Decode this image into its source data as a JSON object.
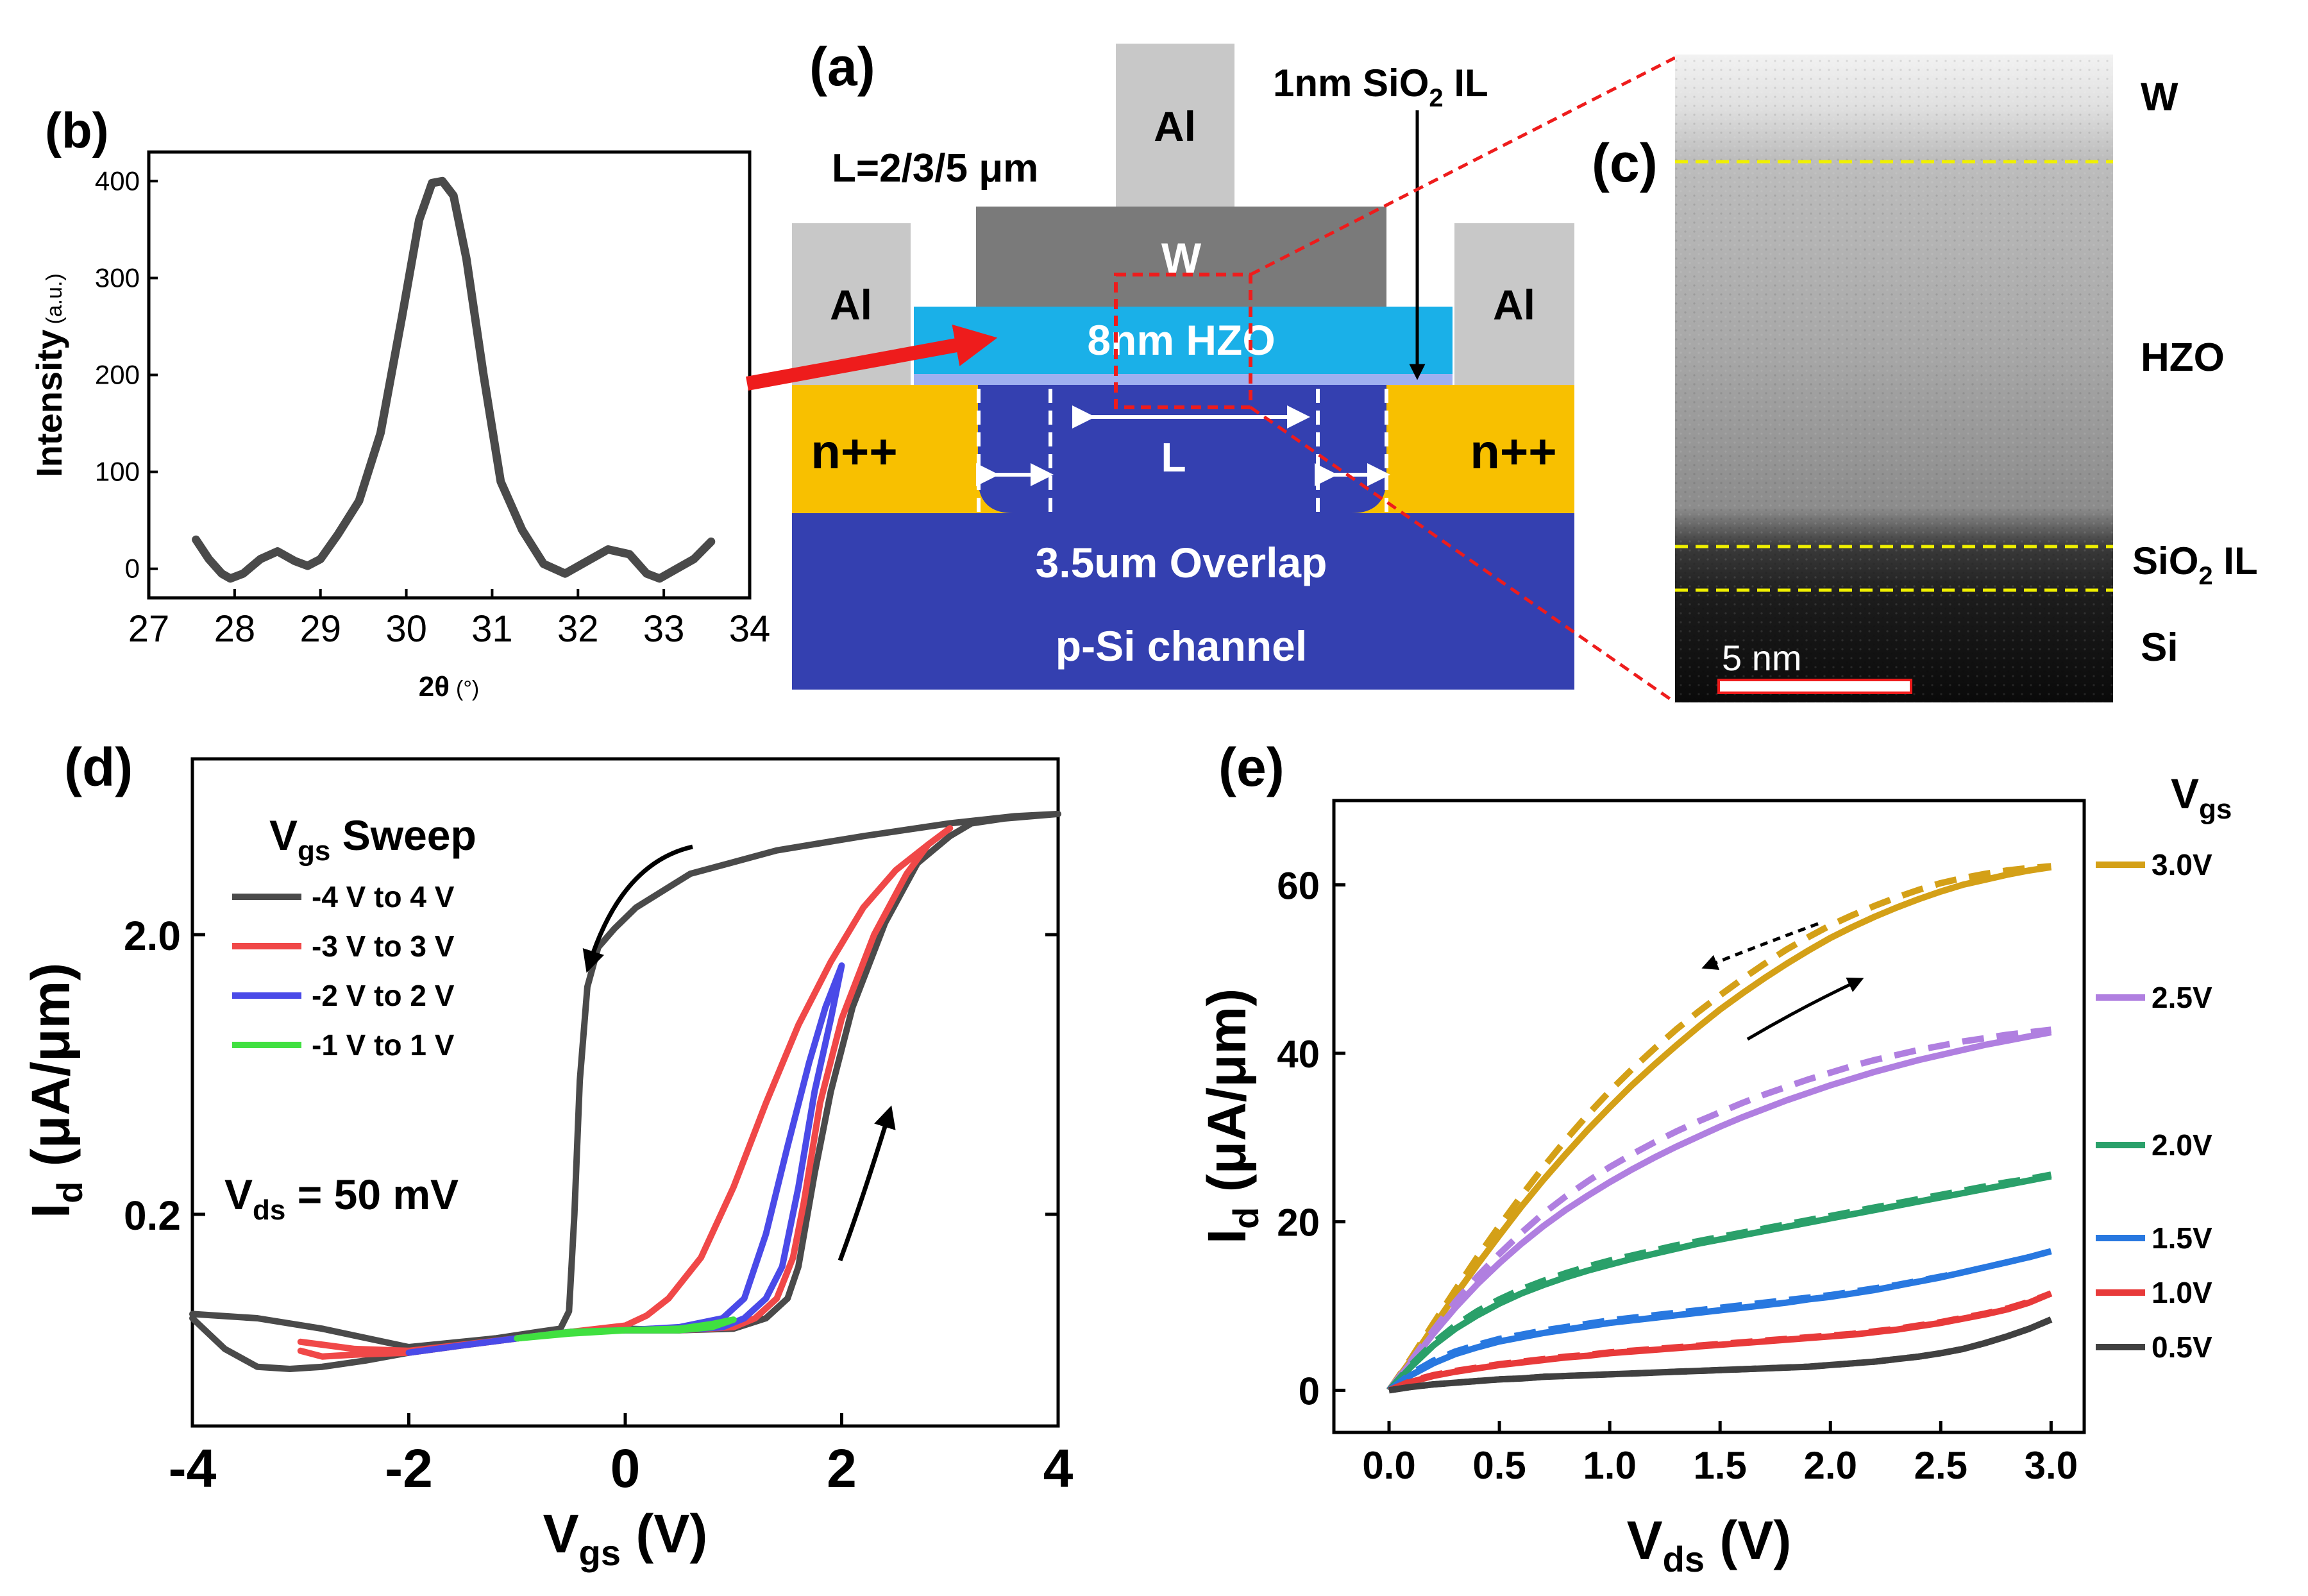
{
  "panels": {
    "a": "(a)",
    "b": "(b)",
    "c": "(c)",
    "d": "(d)",
    "e": "(e)"
  },
  "schematic": {
    "al_top": "Al",
    "al_left": "Al",
    "al_right": "Al",
    "w_label": "W",
    "hzo_label": "8nm HZO",
    "length_note": "L=2/3/5 μm",
    "il_label_main": "1nm SiO",
    "il_label_sub": "2",
    "il_label_tail": " IL",
    "n_left": "n++",
    "n_right": "n++",
    "channel_length": "L",
    "overlap": "3.5um Overlap",
    "channel": "p-Si channel"
  },
  "tem": {
    "w": "W",
    "hzo": "HZO",
    "sio2_main": "SiO",
    "sio2_sub": "2",
    "sio2_tail": " IL",
    "si": "Si",
    "scale": "5 nm"
  },
  "colors": {
    "dark": "#4a4a4a",
    "red": "#f04848",
    "blue": "#4a4ae8",
    "green": "#40e040",
    "gold": "#d4a017",
    "purple": "#b07fe0",
    "teal": "#2aa06a",
    "sky": "#2878e0",
    "crimson": "#e83a3a",
    "charcoal": "#404040",
    "substrate": "#3440b0",
    "ndoped": "#f8c000",
    "hzo": "#1ab0e8",
    "metal_w": "#7a7a7a",
    "metal_al": "#c8c8c8"
  },
  "chart_data": [
    {
      "id": "b",
      "type": "line",
      "title": "",
      "xlabel": "2θ",
      "xlabel_unit": "(°)",
      "ylabel": "Intensity",
      "ylabel_unit": "(a.u.)",
      "xlim": [
        27,
        34
      ],
      "ylim": [
        -30,
        430
      ],
      "xticks": [
        27,
        28,
        29,
        30,
        31,
        32,
        33,
        34
      ],
      "yticks": [
        0,
        100,
        200,
        300,
        400
      ],
      "series": [
        {
          "x": [
            27.55,
            27.7,
            27.85,
            27.95,
            28.1,
            28.3,
            28.5,
            28.7,
            28.85,
            29.0,
            29.2,
            29.45,
            29.7,
            29.95,
            30.15,
            30.3,
            30.42,
            30.55,
            30.7,
            30.9,
            31.1,
            31.35,
            31.6,
            31.85,
            32.05,
            32.35,
            32.6,
            32.8,
            32.95,
            33.15,
            33.35,
            33.55
          ],
          "y": [
            30,
            10,
            -5,
            -10,
            -5,
            10,
            18,
            8,
            3,
            10,
            35,
            70,
            140,
            260,
            360,
            398,
            400,
            385,
            320,
            200,
            90,
            40,
            5,
            -5,
            5,
            20,
            15,
            -5,
            -10,
            0,
            10,
            28
          ]
        }
      ]
    },
    {
      "id": "d",
      "type": "line",
      "title": "",
      "xlabel": "V",
      "xlabel_sub": "gs",
      "xlabel_unit": " (V)",
      "ylabel": "I",
      "ylabel_sub": "d",
      "ylabel_unit": " (μA/μm)",
      "xlim": [
        -4,
        4
      ],
      "yscale": "log",
      "ylim": [
        0.035,
        8.5
      ],
      "xticks": [
        -4,
        -2,
        0,
        2,
        4
      ],
      "ytick_values": [
        0.2,
        2.0
      ],
      "ytick_labels": [
        "0.2",
        "2.0"
      ],
      "legend_title_main": "V",
      "legend_title_sub": "gs",
      "legend_title_tail": " Sweep",
      "annotation_main": "V",
      "annotation_sub": "ds",
      "annotation_tail": " = 50 mV",
      "series": [
        {
          "name": "-4 V to 4 V",
          "color": "#4a4a4a",
          "x": [
            -4,
            -3.7,
            -3.4,
            -3.1,
            -2.8,
            -2.4,
            -2.0,
            -1.5,
            -1.0,
            -0.5,
            0.0,
            0.5,
            1.0,
            1.3,
            1.5,
            1.6,
            1.75,
            1.9,
            2.1,
            2.4,
            2.7,
            3.0,
            3.2,
            3.5,
            4.0,
            3.6,
            3.0,
            2.2,
            1.4,
            0.6,
            0.1,
            -0.1,
            -0.25,
            -0.35,
            -0.42,
            -0.47,
            -0.52,
            -0.6,
            -0.8,
            -1.2,
            -2.0,
            -2.8,
            -3.4,
            -4.0
          ],
          "y": [
            0.085,
            0.066,
            0.057,
            0.056,
            0.057,
            0.06,
            0.064,
            0.068,
            0.072,
            0.076,
            0.078,
            0.077,
            0.078,
            0.085,
            0.1,
            0.13,
            0.28,
            0.55,
            1.1,
            2.2,
            3.6,
            4.5,
            5.0,
            5.2,
            5.4,
            5.3,
            5.0,
            4.5,
            4.0,
            3.3,
            2.5,
            2.1,
            1.8,
            1.3,
            0.6,
            0.2,
            0.09,
            0.078,
            0.076,
            0.072,
            0.067,
            0.078,
            0.085,
            0.088
          ]
        },
        {
          "name": "-3 V to 3 V",
          "color": "#f04848",
          "x": [
            -3.0,
            -2.8,
            -2.5,
            -2.0,
            -1.5,
            -1.0,
            -0.5,
            0.0,
            0.5,
            1.0,
            1.2,
            1.4,
            1.55,
            1.65,
            1.8,
            2.0,
            2.3,
            2.6,
            2.8,
            3.0,
            2.8,
            2.5,
            2.2,
            1.9,
            1.6,
            1.3,
            1.0,
            0.7,
            0.4,
            0.2,
            0.0,
            -0.5,
            -1.0,
            -2.0,
            -2.5,
            -3.0
          ],
          "y": [
            0.065,
            0.062,
            0.063,
            0.064,
            0.068,
            0.072,
            0.076,
            0.077,
            0.077,
            0.079,
            0.085,
            0.1,
            0.14,
            0.22,
            0.5,
            1.0,
            2.0,
            3.3,
            4.2,
            4.8,
            4.2,
            3.4,
            2.5,
            1.6,
            0.95,
            0.5,
            0.25,
            0.14,
            0.1,
            0.087,
            0.08,
            0.076,
            0.072,
            0.065,
            0.066,
            0.07
          ]
        },
        {
          "name": "-2 V to 2 V",
          "color": "#4a4ae8",
          "x": [
            -2.0,
            -1.5,
            -1.0,
            -0.5,
            0.0,
            0.5,
            0.9,
            1.1,
            1.3,
            1.45,
            1.6,
            1.75,
            1.9,
            2.0,
            1.85,
            1.7,
            1.5,
            1.3,
            1.1,
            0.9,
            0.5,
            0.0,
            -0.5,
            -1.0,
            -1.5,
            -2.0
          ],
          "y": [
            0.064,
            0.068,
            0.072,
            0.076,
            0.077,
            0.077,
            0.079,
            0.085,
            0.1,
            0.13,
            0.25,
            0.55,
            1.0,
            1.55,
            1.1,
            0.7,
            0.35,
            0.17,
            0.1,
            0.085,
            0.079,
            0.077,
            0.076,
            0.072,
            0.068,
            0.064
          ]
        },
        {
          "name": "-1 V to 1 V",
          "color": "#40e040",
          "x": [
            -1.0,
            -0.5,
            0.0,
            0.5,
            0.8,
            1.0,
            0.8,
            0.5,
            0.0,
            -0.5,
            -1.0
          ],
          "y": [
            0.072,
            0.076,
            0.077,
            0.077,
            0.079,
            0.084,
            0.081,
            0.078,
            0.077,
            0.075,
            0.072
          ]
        }
      ]
    },
    {
      "id": "e",
      "type": "line",
      "title": "",
      "xlabel": "V",
      "xlabel_sub": "ds",
      "xlabel_unit": " (V)",
      "ylabel": "I",
      "ylabel_sub": "d",
      "ylabel_unit": " (μA/μm)",
      "xlim": [
        -0.25,
        3.15
      ],
      "ylim": [
        -5,
        70
      ],
      "xticks": [
        0.0,
        0.5,
        1.0,
        1.5,
        2.0,
        2.5,
        3.0
      ],
      "xtick_labels": [
        "0.0",
        "0.5",
        "1.0",
        "1.5",
        "2.0",
        "2.5",
        "3.0"
      ],
      "yticks": [
        0,
        20,
        40,
        60
      ],
      "legend_title_main": "V",
      "legend_title_sub": "gs",
      "x": [
        0,
        0.1,
        0.2,
        0.3,
        0.4,
        0.5,
        0.6,
        0.7,
        0.8,
        0.9,
        1.0,
        1.1,
        1.2,
        1.3,
        1.4,
        1.5,
        1.6,
        1.7,
        1.8,
        1.9,
        2.0,
        2.1,
        2.2,
        2.3,
        2.4,
        2.5,
        2.6,
        2.7,
        2.8,
        2.9,
        3.0
      ],
      "series": [
        {
          "name": "3.0V",
          "color": "#d4a017",
          "forward": [
            0,
            3.6,
            7.5,
            11.3,
            14.9,
            18.4,
            21.8,
            25.0,
            28.0,
            30.9,
            33.6,
            36.2,
            38.6,
            40.9,
            43.1,
            45.2,
            47.1,
            48.9,
            50.6,
            52.2,
            53.7,
            55.0,
            56.2,
            57.3,
            58.3,
            59.2,
            60.0,
            60.6,
            61.2,
            61.7,
            62.1
          ],
          "reverse": [
            0,
            3.8,
            7.9,
            11.9,
            15.8,
            19.5,
            23.1,
            26.5,
            29.7,
            32.7,
            35.5,
            38.1,
            40.5,
            42.8,
            44.9,
            46.9,
            48.8,
            50.6,
            52.3,
            53.8,
            55.2,
            56.4,
            57.5,
            58.5,
            59.4,
            60.2,
            60.8,
            61.3,
            61.7,
            62.0,
            62.2
          ]
        },
        {
          "name": "2.5V",
          "color": "#b07fe0",
          "forward": [
            0,
            3.3,
            6.7,
            9.8,
            12.6,
            15.1,
            17.4,
            19.5,
            21.4,
            23.1,
            24.7,
            26.2,
            27.6,
            28.9,
            30.1,
            31.3,
            32.4,
            33.4,
            34.4,
            35.3,
            36.2,
            37.0,
            37.8,
            38.5,
            39.2,
            39.8,
            40.4,
            41.0,
            41.5,
            42.0,
            42.5
          ],
          "reverse": [
            0,
            3.5,
            7.1,
            10.5,
            13.5,
            16.2,
            18.7,
            21.0,
            23.0,
            24.8,
            26.5,
            28.0,
            29.4,
            30.7,
            31.9,
            33.0,
            34.1,
            35.1,
            36.0,
            36.9,
            37.7,
            38.5,
            39.2,
            39.8,
            40.4,
            40.9,
            41.4,
            41.8,
            42.2,
            42.5,
            42.8
          ]
        },
        {
          "name": "2.0V",
          "color": "#2aa06a",
          "forward": [
            0,
            2.8,
            5.3,
            7.3,
            8.9,
            10.3,
            11.5,
            12.5,
            13.4,
            14.2,
            14.9,
            15.6,
            16.2,
            16.8,
            17.4,
            17.9,
            18.4,
            18.9,
            19.4,
            19.9,
            20.4,
            20.9,
            21.4,
            21.9,
            22.4,
            22.9,
            23.4,
            23.9,
            24.4,
            24.9,
            25.4
          ],
          "reverse": [
            0,
            3.0,
            5.6,
            7.7,
            9.4,
            10.8,
            12.0,
            13.0,
            13.9,
            14.7,
            15.4,
            16.0,
            16.6,
            17.2,
            17.7,
            18.2,
            18.7,
            19.2,
            19.7,
            20.2,
            20.7,
            21.2,
            21.7,
            22.2,
            22.7,
            23.2,
            23.7,
            24.2,
            24.7,
            25.1,
            25.6
          ]
        },
        {
          "name": "1.5V",
          "color": "#2878e0",
          "forward": [
            0,
            1.8,
            3.2,
            4.3,
            5.1,
            5.8,
            6.3,
            6.8,
            7.2,
            7.6,
            8.0,
            8.3,
            8.6,
            8.9,
            9.2,
            9.5,
            9.8,
            10.1,
            10.4,
            10.8,
            11.1,
            11.5,
            11.9,
            12.4,
            12.9,
            13.4,
            14.0,
            14.6,
            15.2,
            15.8,
            16.5
          ],
          "reverse": [
            0,
            2.0,
            3.5,
            4.6,
            5.4,
            6.1,
            6.6,
            7.1,
            7.5,
            7.9,
            8.3,
            8.6,
            8.9,
            9.2,
            9.5,
            9.8,
            10.1,
            10.4,
            10.7,
            11.0,
            11.3,
            11.7,
            12.1,
            12.5,
            13.0,
            13.5,
            14.0,
            14.6,
            15.2,
            15.8,
            16.5
          ]
        },
        {
          "name": "1.0V",
          "color": "#e83a3a",
          "forward": [
            0,
            1.0,
            1.7,
            2.2,
            2.6,
            3.0,
            3.3,
            3.6,
            3.9,
            4.1,
            4.4,
            4.6,
            4.8,
            5.0,
            5.2,
            5.4,
            5.6,
            5.8,
            6.0,
            6.2,
            6.4,
            6.6,
            6.9,
            7.2,
            7.6,
            8.0,
            8.5,
            9.0,
            9.6,
            10.4,
            11.5
          ],
          "reverse": [
            0,
            1.1,
            1.8,
            2.3,
            2.7,
            3.1,
            3.4,
            3.7,
            4.0,
            4.2,
            4.5,
            4.7,
            4.9,
            5.1,
            5.3,
            5.5,
            5.7,
            5.9,
            6.1,
            6.3,
            6.5,
            6.7,
            7.0,
            7.3,
            7.7,
            8.1,
            8.6,
            9.1,
            9.7,
            10.5,
            11.5
          ]
        },
        {
          "name": "0.5V",
          "color": "#404040",
          "forward": [
            0,
            0.4,
            0.7,
            0.9,
            1.1,
            1.3,
            1.4,
            1.6,
            1.7,
            1.8,
            1.9,
            2.0,
            2.1,
            2.2,
            2.3,
            2.4,
            2.5,
            2.6,
            2.7,
            2.8,
            3.0,
            3.2,
            3.4,
            3.7,
            4.0,
            4.4,
            4.9,
            5.6,
            6.4,
            7.3,
            8.4
          ],
          "reverse": [
            0,
            0.4,
            0.7,
            0.9,
            1.1,
            1.3,
            1.4,
            1.6,
            1.7,
            1.8,
            1.9,
            2.0,
            2.1,
            2.2,
            2.3,
            2.4,
            2.5,
            2.6,
            2.7,
            2.8,
            3.0,
            3.2,
            3.4,
            3.7,
            4.0,
            4.4,
            4.9,
            5.6,
            6.4,
            7.3,
            8.4
          ]
        }
      ]
    }
  ]
}
